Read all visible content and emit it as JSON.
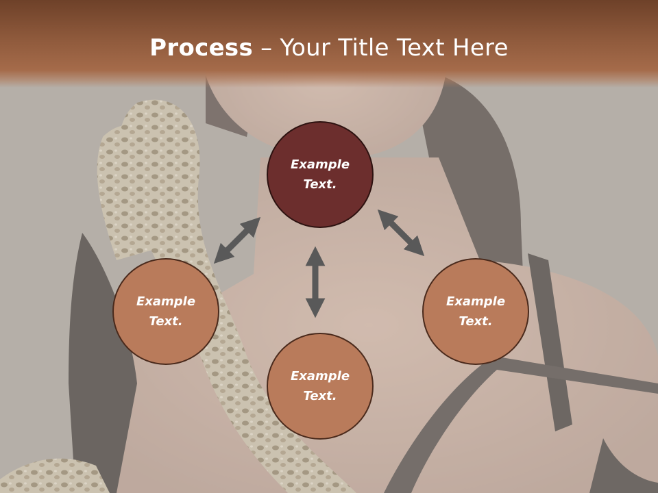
{
  "title": {
    "bold": "Process",
    "rest": " – Your Title Text Here"
  },
  "nodes": [
    {
      "id": "top",
      "line1": "Example",
      "line2": "Text."
    },
    {
      "id": "left",
      "line1": "Example",
      "line2": "Text."
    },
    {
      "id": "bottom",
      "line1": "Example",
      "line2": "Text."
    },
    {
      "id": "right",
      "line1": "Example",
      "line2": "Text."
    }
  ],
  "colors": {
    "title_bar": "#8f5a3c",
    "node_fill": "#b97b5b",
    "node_highlight": "#6c2e2d",
    "arrow": "#595959"
  }
}
